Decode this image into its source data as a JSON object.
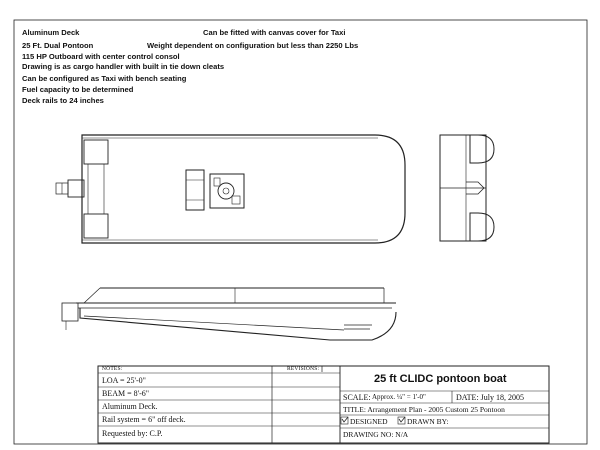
{
  "notes": {
    "deck_material": "Aluminum Deck",
    "pontoon": "25 Ft. Dual Pontoon",
    "outboard": "115 HP Outboard with center control consol",
    "cargo": "Drawing is as cargo handler with built in tie down cleats",
    "taxi_config": "Can be configured as Taxi with bench seating",
    "fuel": "Fuel capacity to be determined",
    "deck_rails": "Deck rails to 24 inches",
    "canvas_cover": "Can be fitted with canvas cover for Taxi",
    "weight": "Weight dependent on configuration but less than 2250 Lbs"
  },
  "title_block": {
    "notes_header": "NOTES:",
    "revisions_header": "REVISIONS:",
    "loa": "LOA = 25'-0\"",
    "beam": "BEAM = 8'-6\"",
    "material": "Aluminum Deck.",
    "rail": "Rail system = 6\" off deck.",
    "requested": "Requested by: C.P.",
    "drawing_title": "25 ft CLIDC pontoon boat",
    "scale_label": "SCALE:",
    "scale_value": "Approx. ¼\" = 1'-0\"",
    "date": "DATE:  July 18, 2005",
    "title_line": "TITLE: Arrangement Plan - 2005 Custom 25 Pontoon",
    "designed": "DESIGNED",
    "drawn_by": "DRAWN BY:",
    "drawing_no": "DRAWING NO:  N/A"
  }
}
